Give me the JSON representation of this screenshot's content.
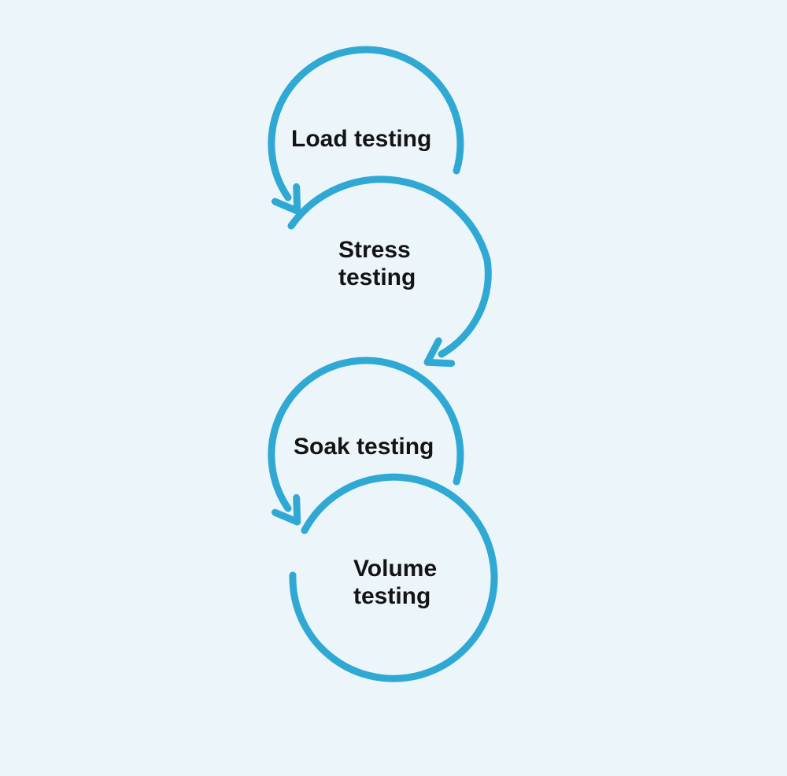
{
  "diagram": {
    "accent_color": "#2fa9d3",
    "background_color": "#ecf5f9",
    "text_color": "#141414",
    "steps": [
      {
        "label": "Load testing",
        "lines": [
          "Load testing"
        ]
      },
      {
        "label": "Stress testing",
        "lines": [
          "Stress",
          "testing"
        ]
      },
      {
        "label": "Soak testing",
        "lines": [
          "Soak testing"
        ]
      },
      {
        "label": "Volume testing",
        "lines": [
          "Volume",
          "testing"
        ]
      }
    ]
  }
}
